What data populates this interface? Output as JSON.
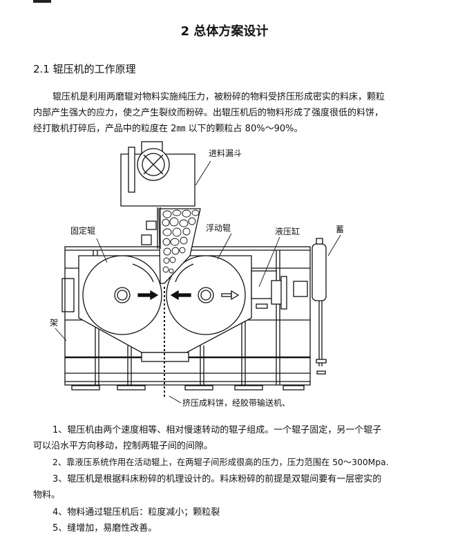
{
  "header": {
    "title": "2 总体方案设计"
  },
  "section": {
    "heading": "2.1 辊压机的工作原理",
    "intro": [
      "辊压机是利用两磨辊对物料实施纯压力，被粉碎的物料受挤压形成密实的料床，颗粒",
      "内部产生强大的应力，使之产生裂纹而粉碎。出辊压机后的物料形成了强度很低的料饼，",
      "经打散机打碎后，产品中的粒度在 2㎜ 以下的颗粒占 80%～90%。"
    ]
  },
  "figure": {
    "labels": {
      "hopper": "进料漏斗",
      "fixed_roller": "固定辊",
      "floating_roller": "浮动辊",
      "hydraulic_cylinder": "液压缸",
      "accumulator": "蓄",
      "frame": "架",
      "output": "挤压成料饼，经胶带输送机、"
    }
  },
  "list": [
    "1、辊压机由两个速度相等、相对慢速转动的辊子组成。一个辊子固定，另一个辊子",
    "可以沿水平方向移动，控制两辊子间的间隙。",
    "2、靠液压系统作用在活动辊上，在两辊子间形成很高的压力，压力范围在 50～300Mpa.",
    "3、辊压机是根据料床粉碎的机理设计的。料床粉碎的前提是双辊间要有一层密实的",
    "物料。",
    "4、物料通过辊压机后：粒度减小；颗粒裂",
    "5、缝增加，易磨性改善。"
  ]
}
